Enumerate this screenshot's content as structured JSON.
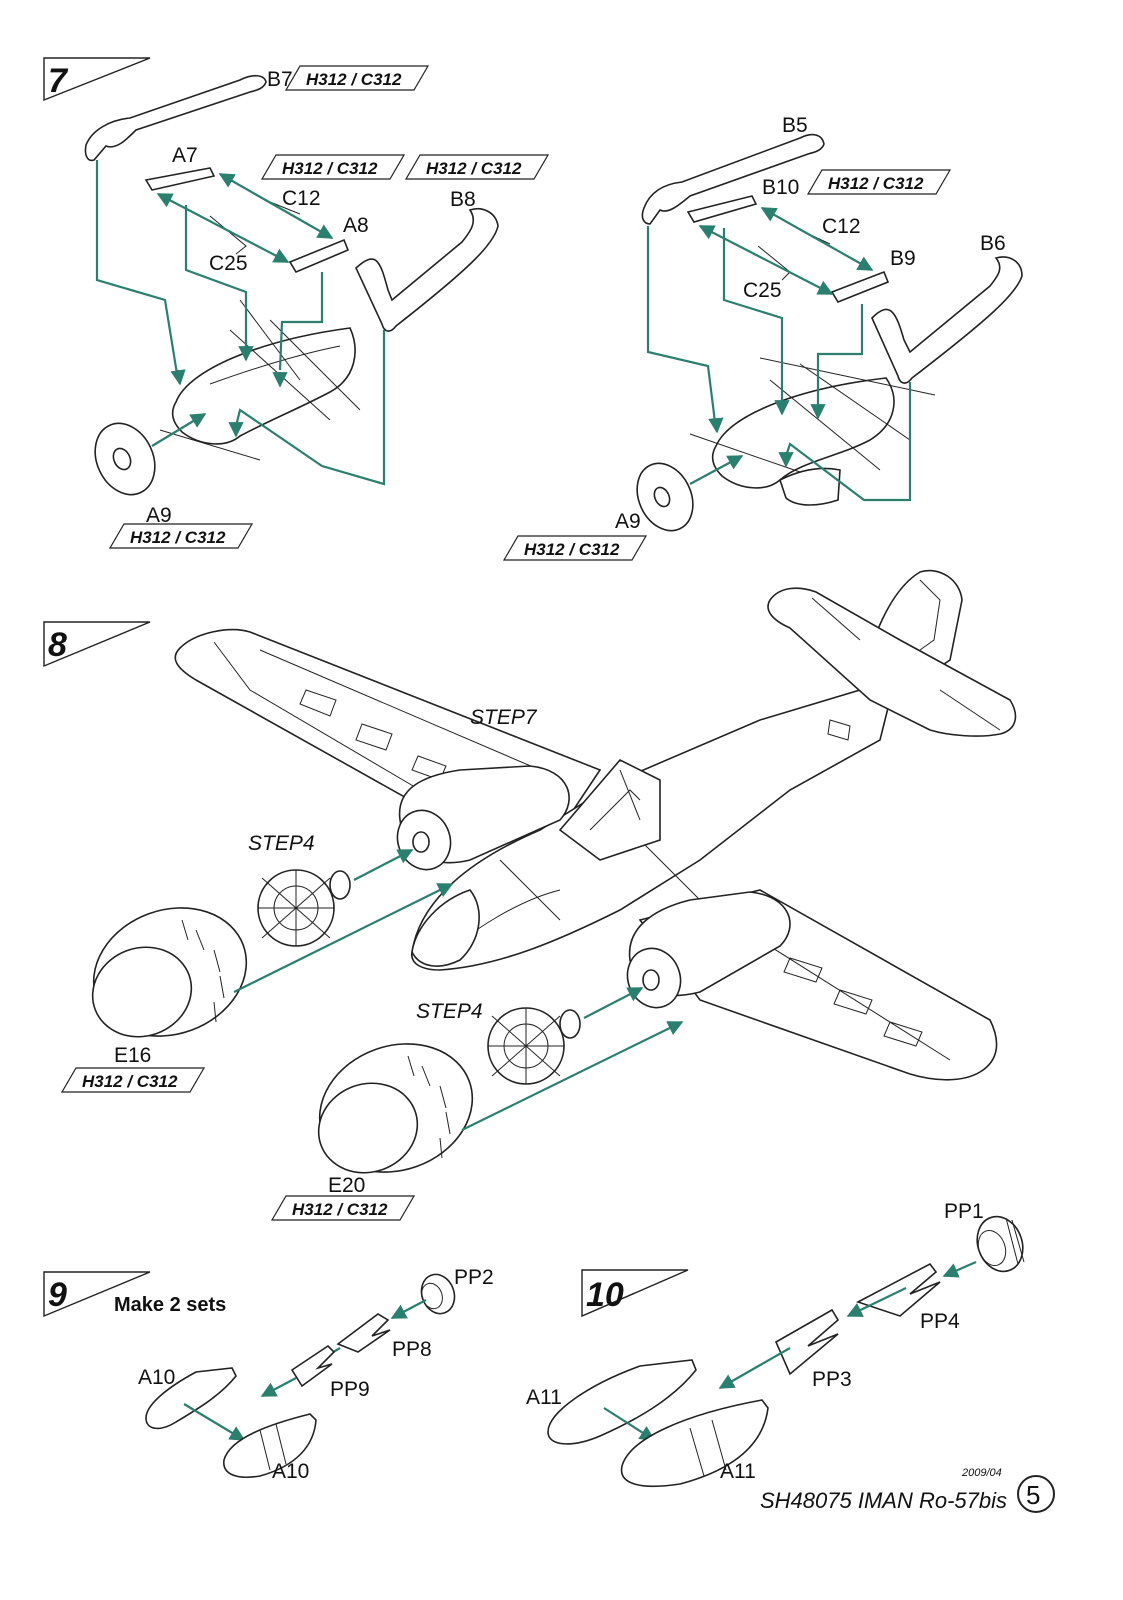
{
  "steps": {
    "s7": "7",
    "s8": "8",
    "s9": "9",
    "s10": "10"
  },
  "paint_code": "H312 / C312",
  "step7": {
    "left": {
      "b7": "B7",
      "a7": "A7",
      "c12": "C12",
      "b8": "B8",
      "a8": "A8",
      "c25": "C25",
      "a9": "A9"
    },
    "right": {
      "b5": "B5",
      "b10": "B10",
      "c12": "C12",
      "b9": "B9",
      "b6": "B6",
      "c25": "C25",
      "a9": "A9"
    }
  },
  "step8": {
    "ref_step7": "STEP7",
    "ref_step4_left": "STEP4",
    "ref_step4_right": "STEP4",
    "e16": "E16",
    "e20": "E20"
  },
  "step9": {
    "note": "Make 2 sets",
    "pp2": "PP2",
    "pp8": "PP8",
    "pp9": "PP9",
    "a10_top": "A10",
    "a10_bottom": "A10"
  },
  "step10": {
    "pp1": "PP1",
    "pp4": "PP4",
    "pp3": "PP3",
    "a11_top": "A11",
    "a11_bottom": "A11"
  },
  "footer": {
    "date": "2009/04",
    "title": "SH48075 IMAN Ro-57bis",
    "page": "5"
  },
  "colors": {
    "guide_lines": "#2b7f6e",
    "ink": "#222222"
  }
}
